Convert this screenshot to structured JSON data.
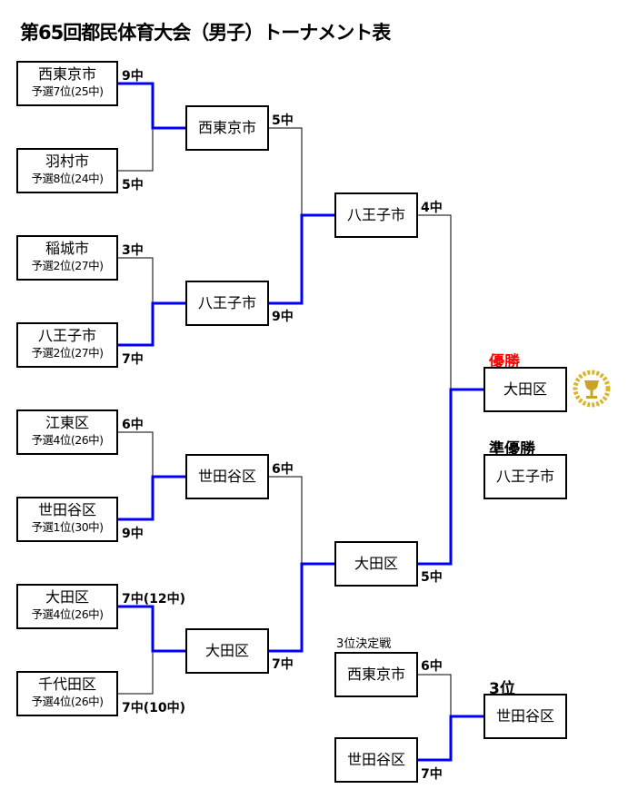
{
  "title": "第65回都民体育大会（男子）トーナメント表",
  "round1": [
    {
      "name": "西東京市",
      "seed": "予選7位(25中)",
      "score": "9中"
    },
    {
      "name": "羽村市",
      "seed": "予選8位(24中)",
      "score": "5中"
    },
    {
      "name": "稲城市",
      "seed": "予選2位(27中)",
      "score": "3中"
    },
    {
      "name": "八王子市",
      "seed": "予選2位(27中)",
      "score": "7中"
    },
    {
      "name": "江東区",
      "seed": "予選4位(26中)",
      "score": "6中"
    },
    {
      "name": "世田谷区",
      "seed": "予選1位(30中)",
      "score": "9中"
    },
    {
      "name": "大田区",
      "seed": "予選4位(26中)",
      "score": "7中(12中)"
    },
    {
      "name": "千代田区",
      "seed": "予選4位(26中)",
      "score": "7中(10中)"
    }
  ],
  "round2": [
    {
      "name": "西東京市",
      "score": "5中"
    },
    {
      "name": "八王子市",
      "score": "9中"
    },
    {
      "name": "世田谷区",
      "score": "6中"
    },
    {
      "name": "大田区",
      "score": "7中"
    }
  ],
  "round3": [
    {
      "name": "八王子市",
      "score": "4中"
    },
    {
      "name": "大田区",
      "score": "5中"
    }
  ],
  "champion": {
    "label": "優勝",
    "name": "大田区",
    "label_color": "#ff0000"
  },
  "runner_up": {
    "label": "準優勝",
    "name": "八王子市"
  },
  "third_place_match": {
    "label": "3位決定戦",
    "teams": [
      {
        "name": "西東京市",
        "score": "6中"
      },
      {
        "name": "世田谷区",
        "score": "7中"
      }
    ]
  },
  "third": {
    "label": "3位",
    "name": "世田谷区"
  },
  "colors": {
    "winner_line": "#0000ff"
  }
}
